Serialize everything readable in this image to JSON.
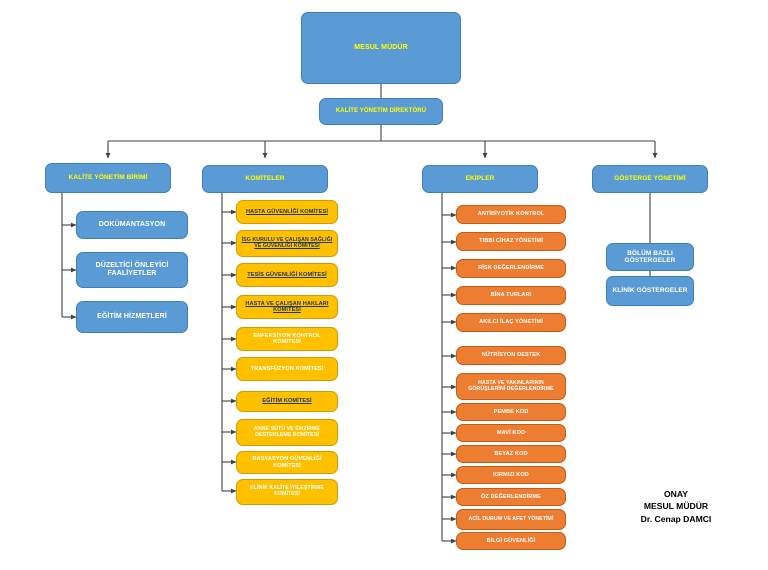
{
  "document": {
    "title": "Kalite Yönetim Organizasyon Şeması"
  },
  "top": {
    "ceo": "MESUL MÜDÜR",
    "director": "KALİTE YÖNETİM DİREKTÖRÜ"
  },
  "columns": [
    {
      "header": "KALİTE YÖNETİM BİRİMİ",
      "style": "blue",
      "items": [
        {
          "label": "DOKÜMANTASYON",
          "link": false
        },
        {
          "label": "DÜZELTİCİ ÖNLEYİCİ FAALİYETLER",
          "link": false
        },
        {
          "label": "EĞİTİM HİZMETLERİ",
          "link": false
        }
      ]
    },
    {
      "header": "KOMİTELER",
      "style": "amber",
      "items": [
        {
          "label": "HASTA GÜVENLİĞİ KOMİTESİ",
          "link": true
        },
        {
          "label": "İSG KURULU VE ÇALIŞAN SAĞLIĞI VE GÜVENLİĞİ KOMİTESİ",
          "link": true
        },
        {
          "label": "TESİS GÜVENLİĞİ KOMİTESİ",
          "link": true
        },
        {
          "label": "HASTA VE ÇALIŞAN HAKLARI KOMİTESİ",
          "link": true
        },
        {
          "label": "ENFEKSİYON KONTROL KOMİTESİ",
          "link": false
        },
        {
          "label": "TRANSFÜZYON KOMİTESİ",
          "link": false
        },
        {
          "label": "EĞİTİM KOMİTESİ",
          "link": true
        },
        {
          "label": "ANNE SÜTÜ VE EMZİRME DESTEKLEME KOMİTESİ",
          "link": false
        },
        {
          "label": "RASYASYON GÜVENLİĞİ KOMİTESİ",
          "link": false
        },
        {
          "label": "KLİNİK KALİTE İYİLEŞTİRME KOMİTESİ",
          "link": false
        }
      ]
    },
    {
      "header": "EKİPLER",
      "style": "orange",
      "items": [
        {
          "label": "ANTİBİYOTİK KONTROL",
          "link": false
        },
        {
          "label": "TIBBİ CİHAZ YÖNETİMİ",
          "link": false
        },
        {
          "label": "RİSK DEĞERLENDİRME",
          "link": false
        },
        {
          "label": "BİNA TURLARI",
          "link": false
        },
        {
          "label": "AKILCI İLAÇ YÖNETİMİ",
          "link": false
        },
        {
          "label": "NÜTRİSYON DESTEK",
          "link": false
        },
        {
          "label": "HASTA VE YAKINLARININ GÖRÜŞLERİNİ DEĞERLENDİRME",
          "link": false
        },
        {
          "label": "PEMBE KOD",
          "link": false
        },
        {
          "label": "MAVİ KOD",
          "link": false
        },
        {
          "label": "BEYAZ KOD",
          "link": false
        },
        {
          "label": "KIRMIZI KOD",
          "link": false
        },
        {
          "label": "ÖZ DEĞERLENDİRME",
          "link": false
        },
        {
          "label": "ACİL DURUM VE AFET YÖNETİMİ",
          "link": false
        },
        {
          "label": "BİLGİ GÜVENLİĞİ",
          "link": false
        }
      ]
    },
    {
      "header": "GÖSTERGE YÖNETİMİ",
      "style": "blue",
      "items": [
        {
          "label": "BÖLÜM BAZLI GÖSTERGELER",
          "link": false
        },
        {
          "label": "KLİNİK GÖSTERGELER",
          "link": false
        }
      ]
    }
  ],
  "signature": {
    "line1": "ONAY",
    "line2": "MESUL MÜDÜR",
    "line3": "Dr. Cenap DAMCI"
  },
  "colors": {
    "blue": "#5B9BD5",
    "amber": "#FFC000",
    "orange": "#ED7D31",
    "header_text": "#FFFF00",
    "link_text": "#1F3864",
    "connector": "#404040"
  }
}
